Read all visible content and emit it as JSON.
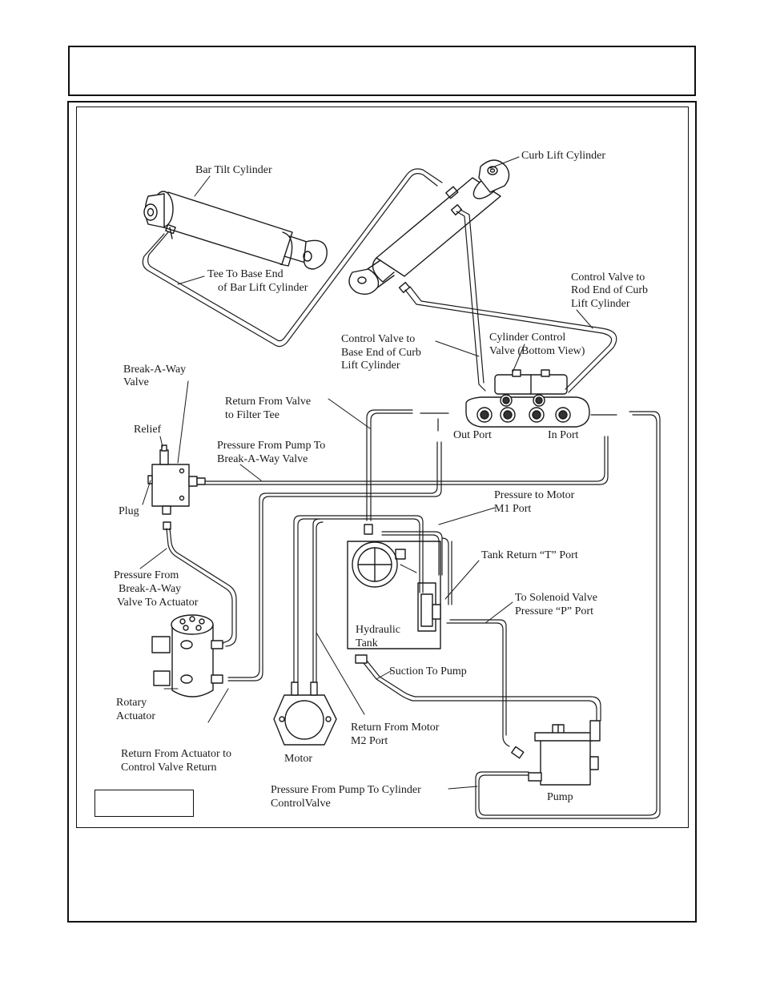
{
  "labels": {
    "bar_tilt_cylinder": "Bar Tilt Cylinder",
    "curb_lift_cylinder": "Curb Lift Cylinder",
    "tee_to_base_end_1": "Tee To  Base End",
    "tee_to_base_end_2": "of Bar Lift Cylinder",
    "control_valve_rod_1": "Control Valve to",
    "control_valve_rod_2": "Rod End of Curb",
    "control_valve_rod_3": "Lift Cylinder",
    "control_valve_base_1": "Control Valve to",
    "control_valve_base_2": "Base End of Curb",
    "control_valve_base_3": "Lift Cylinder",
    "cylinder_control_1": "Cylinder Control",
    "cylinder_control_2": "Valve (Bottom View)",
    "break_a_way_1": "Break-A-Way",
    "break_a_way_2": "Valve",
    "return_from_valve_1": "Return From Valve",
    "return_from_valve_2": "to Filter Tee",
    "relief": "Relief",
    "pressure_from_pump_1": "Pressure From Pump To",
    "pressure_from_pump_2": "Break-A-Way Valve",
    "out_port": "Out Port",
    "in_port": "In Port",
    "plug": "Plug",
    "pressure_to_motor_1": "Pressure to Motor",
    "pressure_to_motor_2": "M1  Port",
    "tank_return_t": "Tank Return “T” Port",
    "pressure_from_bav_1": "Pressure  From",
    "pressure_from_bav_2": "Break-A-Way",
    "pressure_from_bav_3": "Valve To Actuator",
    "to_solenoid_1": "To Solenoid Valve",
    "to_solenoid_2": "Pressure “P”    Port",
    "hydraulic_tank_1": "Hydraulic",
    "hydraulic_tank_2": "Tank",
    "suction_to_pump": "Suction To Pump",
    "rotary_actuator_1": "Rotary",
    "rotary_actuator_2": "Actuator",
    "return_from_motor_1": "Return From Motor",
    "return_from_motor_2": "M2  Port",
    "return_from_actuator_1": "Return From  Actuator to",
    "return_from_actuator_2": "Control  Valve Return",
    "motor": "Motor",
    "pressure_to_cyl_1": "Pressure  From Pump To Cylinder",
    "pressure_to_cyl_2": "ControlValve",
    "pump": "Pump"
  }
}
